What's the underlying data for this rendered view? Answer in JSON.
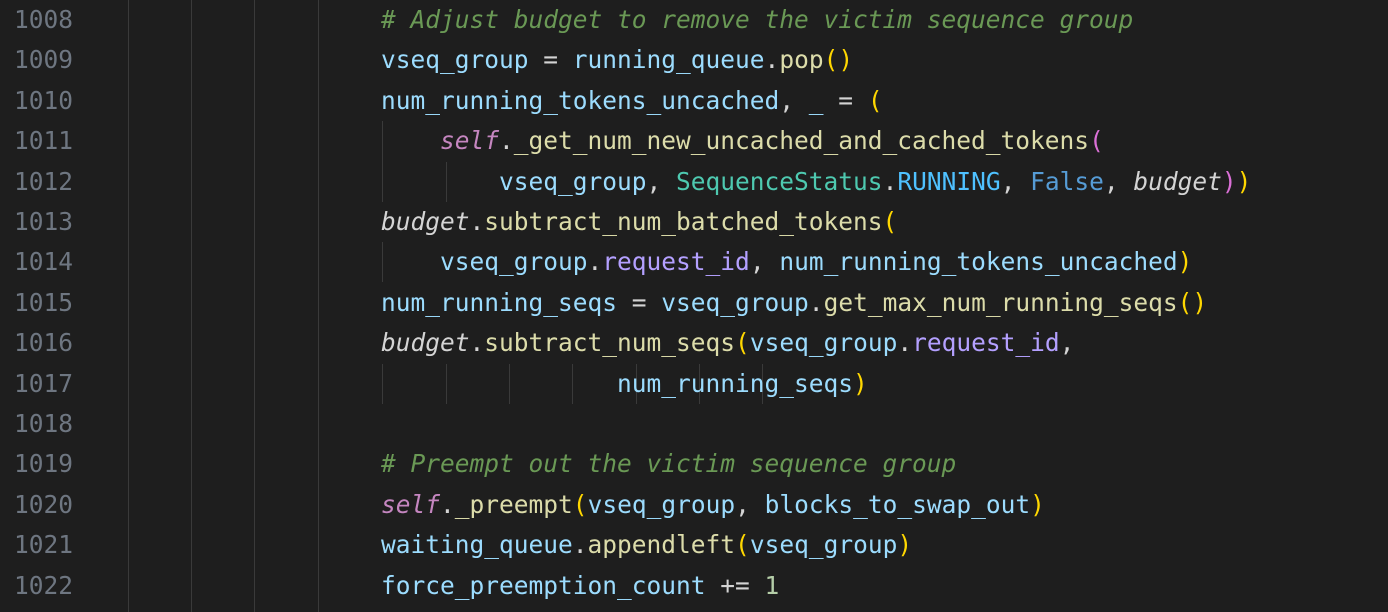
{
  "editor": {
    "theme_colors": {
      "background": "#1e1e1e",
      "line_number": "#6e7681",
      "comment": "#6a9955",
      "variable": "#9cdcfe",
      "function": "#dcdcaa",
      "bracket_level1": "#ffd700",
      "bracket_level2": "#da70d6",
      "self_keyword": "#c586c0",
      "class_name": "#4ec9b0",
      "boolean": "#569cd6",
      "number": "#b5cea8"
    },
    "lines": [
      {
        "number": "1008",
        "tokens": [
          {
            "text": "# Adjust budget to remove the victim sequence group",
            "type": "comment"
          }
        ]
      },
      {
        "number": "1009",
        "tokens": [
          {
            "text": "vseq_group",
            "type": "var"
          },
          {
            "text": " = ",
            "type": "op"
          },
          {
            "text": "running_queue",
            "type": "var"
          },
          {
            "text": ".",
            "type": "op"
          },
          {
            "text": "pop",
            "type": "func"
          },
          {
            "text": "()",
            "type": "br1"
          }
        ]
      },
      {
        "number": "1010",
        "tokens": [
          {
            "text": "num_running_tokens_uncached",
            "type": "var"
          },
          {
            "text": ", ",
            "type": "op"
          },
          {
            "text": "_",
            "type": "var"
          },
          {
            "text": " = ",
            "type": "op"
          },
          {
            "text": "(",
            "type": "br1"
          }
        ]
      },
      {
        "number": "1011",
        "tokens": [
          {
            "text": "    ",
            "type": "op"
          },
          {
            "text": "self",
            "type": "self"
          },
          {
            "text": ".",
            "type": "op"
          },
          {
            "text": "_get_num_new_uncached_and_cached_tokens",
            "type": "func"
          },
          {
            "text": "(",
            "type": "br2"
          }
        ]
      },
      {
        "number": "1012",
        "tokens": [
          {
            "text": "        ",
            "type": "op"
          },
          {
            "text": "vseq_group",
            "type": "var"
          },
          {
            "text": ", ",
            "type": "op"
          },
          {
            "text": "SequenceStatus",
            "type": "class"
          },
          {
            "text": ".",
            "type": "op"
          },
          {
            "text": "RUNNING",
            "type": "const"
          },
          {
            "text": ", ",
            "type": "op"
          },
          {
            "text": "False",
            "type": "bool"
          },
          {
            "text": ", ",
            "type": "op"
          },
          {
            "text": "budget",
            "type": "param"
          },
          {
            "text": ")",
            "type": "br2"
          },
          {
            "text": ")",
            "type": "br1"
          }
        ]
      },
      {
        "number": "1013",
        "tokens": [
          {
            "text": "budget",
            "type": "param"
          },
          {
            "text": ".",
            "type": "op"
          },
          {
            "text": "subtract_num_batched_tokens",
            "type": "func"
          },
          {
            "text": "(",
            "type": "br1"
          }
        ]
      },
      {
        "number": "1014",
        "tokens": [
          {
            "text": "    ",
            "type": "op"
          },
          {
            "text": "vseq_group",
            "type": "var"
          },
          {
            "text": ".",
            "type": "op"
          },
          {
            "text": "request_id",
            "type": "attr"
          },
          {
            "text": ", ",
            "type": "op"
          },
          {
            "text": "num_running_tokens_uncached",
            "type": "var"
          },
          {
            "text": ")",
            "type": "br1"
          }
        ]
      },
      {
        "number": "1015",
        "tokens": [
          {
            "text": "num_running_seqs",
            "type": "var"
          },
          {
            "text": " = ",
            "type": "op"
          },
          {
            "text": "vseq_group",
            "type": "var"
          },
          {
            "text": ".",
            "type": "op"
          },
          {
            "text": "get_max_num_running_seqs",
            "type": "func"
          },
          {
            "text": "()",
            "type": "br1"
          }
        ]
      },
      {
        "number": "1016",
        "tokens": [
          {
            "text": "budget",
            "type": "param"
          },
          {
            "text": ".",
            "type": "op"
          },
          {
            "text": "subtract_num_seqs",
            "type": "func"
          },
          {
            "text": "(",
            "type": "br1"
          },
          {
            "text": "vseq_group",
            "type": "var"
          },
          {
            "text": ".",
            "type": "op"
          },
          {
            "text": "request_id",
            "type": "attr"
          },
          {
            "text": ",",
            "type": "op"
          }
        ]
      },
      {
        "number": "1017",
        "tokens": [
          {
            "text": "                ",
            "type": "op"
          },
          {
            "text": "num_running_seqs",
            "type": "var"
          },
          {
            "text": ")",
            "type": "br1"
          }
        ]
      },
      {
        "number": "1018",
        "tokens": []
      },
      {
        "number": "1019",
        "tokens": [
          {
            "text": "# Preempt out the victim sequence group",
            "type": "comment"
          }
        ]
      },
      {
        "number": "1020",
        "tokens": [
          {
            "text": "self",
            "type": "self"
          },
          {
            "text": ".",
            "type": "op"
          },
          {
            "text": "_preempt",
            "type": "func"
          },
          {
            "text": "(",
            "type": "br1"
          },
          {
            "text": "vseq_group",
            "type": "var"
          },
          {
            "text": ", ",
            "type": "op"
          },
          {
            "text": "blocks_to_swap_out",
            "type": "var"
          },
          {
            "text": ")",
            "type": "br1"
          }
        ]
      },
      {
        "number": "1021",
        "tokens": [
          {
            "text": "waiting_queue",
            "type": "var"
          },
          {
            "text": ".",
            "type": "op"
          },
          {
            "text": "appendleft",
            "type": "func"
          },
          {
            "text": "(",
            "type": "br1"
          },
          {
            "text": "vseq_group",
            "type": "var"
          },
          {
            "text": ")",
            "type": "br1"
          }
        ]
      },
      {
        "number": "1022",
        "tokens": [
          {
            "text": "force_preemption_count",
            "type": "var"
          },
          {
            "text": " += ",
            "type": "op"
          },
          {
            "text": "1",
            "type": "num"
          }
        ]
      }
    ]
  }
}
